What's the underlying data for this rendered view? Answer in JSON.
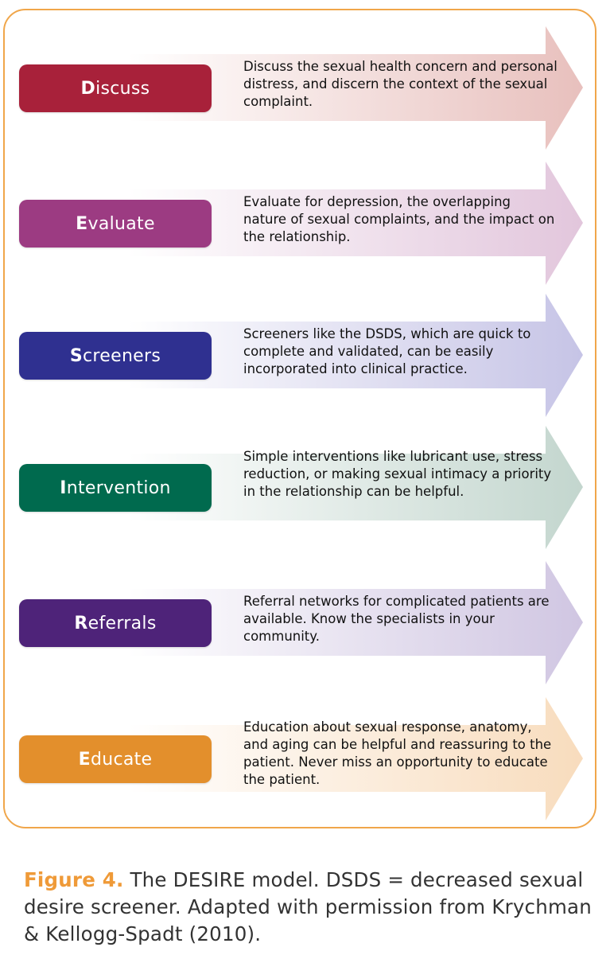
{
  "steps": [
    {
      "initial": "D",
      "rest": "iscuss",
      "description": "Discuss the sexual health concern and personal distress, and discern the context of the sexual complaint.",
      "color": "#a8213a",
      "tint": "#e8c0bd"
    },
    {
      "initial": "E",
      "rest": "valuate",
      "description": "Evaluate for depression, the overlapping nature of sexual complaints, and the impact on the relationship.",
      "color": "#9c3b82",
      "tint": "#e2c6dc"
    },
    {
      "initial": "S",
      "rest": "creeners",
      "description": "Screeners like the DSDS, which are quick to complete and validated, can be easily incorporated into clinical practice.",
      "color": "#2f3090",
      "tint": "#c6c4e6"
    },
    {
      "initial": "I",
      "rest": "ntervention",
      "description": "Simple interventions like lubricant use, stress reduction, or making sexual intimacy a priority in the relationship can be helpful.",
      "color": "#006a4e",
      "tint": "#c3d6ce"
    },
    {
      "initial": "R",
      "rest": "eferrals",
      "description": "Referral networks for complicated patients are available. Know the specialists in your community.",
      "color": "#4e2379",
      "tint": "#d0c6e2"
    },
    {
      "initial": "E",
      "rest": "ducate",
      "description": "Education about sexual response, anatomy, and aging can be helpful and reassuring to the patient. Never miss an opportunity to educate the patient.",
      "color": "#e38f2c",
      "tint": "#f8dcbd"
    }
  ],
  "caption": {
    "label": "Figure 4.",
    "text": " The DESIRE model. DSDS = decreased sexual desire screener. Adapted with permission from Krychman & Kellogg-Spadt (2010)."
  },
  "colors": {
    "frame": "#f0a64a",
    "caption_label": "#ef9a38"
  }
}
